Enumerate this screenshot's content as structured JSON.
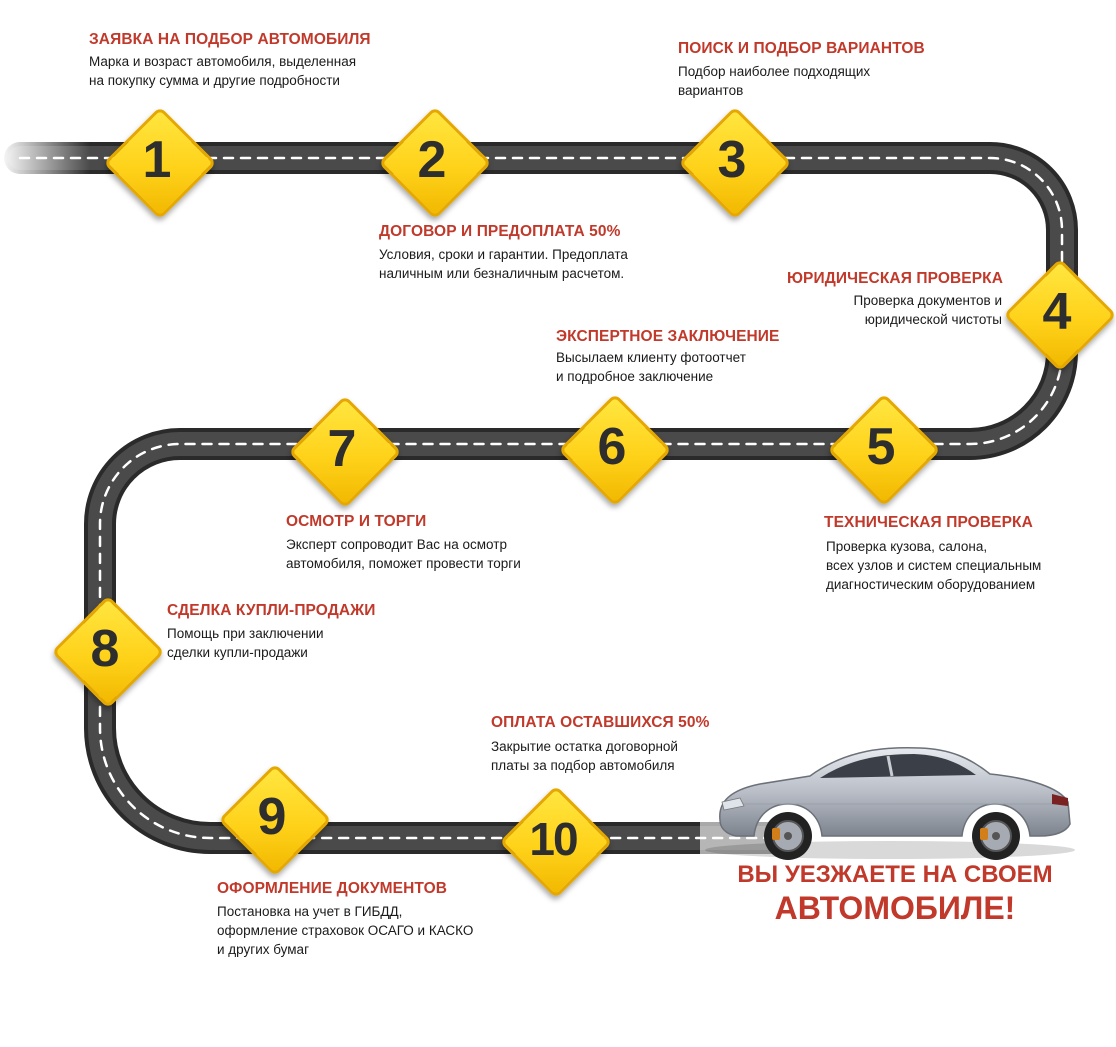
{
  "steps": [
    {
      "number": "1",
      "title": "ЗАЯВКА НА ПОДБОР АВТОМОБИЛЯ",
      "description": "Марка и возраст автомобиля, выделенная\nна покупку сумма и другие подробности"
    },
    {
      "number": "2",
      "title": "ДОГОВОР И ПРЕДОПЛАТА 50%",
      "description": "Условия, сроки и гарантии. Предоплата\nналичным или безналичным расчетом."
    },
    {
      "number": "3",
      "title": "ПОИСК И ПОДБОР ВАРИАНТОВ",
      "description": "Подбор наиболее подходящих\nвариантов"
    },
    {
      "number": "4",
      "title": "ЮРИДИЧЕСКАЯ ПРОВЕРКА",
      "description": "Проверка документов и\nюридической чистоты"
    },
    {
      "number": "5",
      "title": "ТЕХНИЧЕСКАЯ ПРОВЕРКА",
      "description": "Проверка кузова, салона,\nвсех узлов и систем специальным\nдиагностическим оборудованием"
    },
    {
      "number": "6",
      "title": "ЭКСПЕРТНОЕ ЗАКЛЮЧЕНИЕ",
      "description": "Высылаем клиенту фотоотчет\nи подробное заключение"
    },
    {
      "number": "7",
      "title": "ОСМОТР И ТОРГИ",
      "description": "Эксперт сопроводит Вас на осмотр\nавтомобиля, поможет провести торги"
    },
    {
      "number": "8",
      "title": "СДЕЛКА КУПЛИ-ПРОДАЖИ",
      "description": "Помощь при заключении\nсделки купли-продажи"
    },
    {
      "number": "9",
      "title": "ОФОРМЛЕНИЕ ДОКУМЕНТОВ",
      "description": "Постановка на учет в ГИБДД,\nоформление страховок ОСАГО и КАСКО\nи других бумаг"
    },
    {
      "number": "10",
      "title": "ОПЛАТА ОСТАВШИХСЯ 50%",
      "description": "Закрытие остатка договорной\nплаты за подбор автомобиля"
    }
  ],
  "final": {
    "line1": "ВЫ УЕЗЖАЕТЕ НА СВОЕМ",
    "line2": "АВТОМОБИЛЕ!"
  },
  "colors": {
    "title": "#c0392b",
    "road": "#3a3a3a",
    "diamond": "#ffd21a",
    "number": "#2e2e2e"
  }
}
